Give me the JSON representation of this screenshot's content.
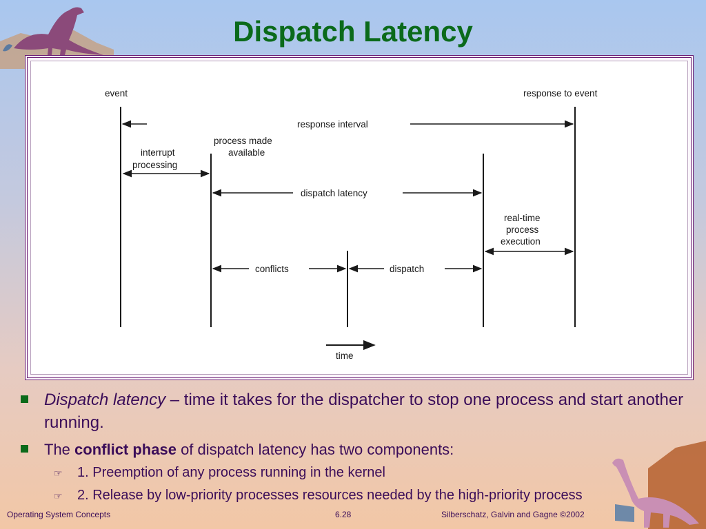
{
  "slide": {
    "title": "Dispatch Latency"
  },
  "diagram": {
    "labels": {
      "event": "event",
      "response_to_event": "response to event",
      "response_interval": "response interval",
      "process_made_available_1": "process made",
      "process_made_available_2": "available",
      "interrupt_processing_1": "interrupt",
      "interrupt_processing_2": "processing",
      "dispatch_latency": "dispatch latency",
      "real_time_1": "real-time",
      "real_time_2": "process",
      "real_time_3": "execution",
      "conflicts": "conflicts",
      "dispatch": "dispatch",
      "time": "time"
    }
  },
  "bullets": {
    "b1_term": "Dispatch latency",
    "b1_rest": " – time it takes for the dispatcher to stop one process and start another running.",
    "b2_pre": "The ",
    "b2_bold": "conflict phase",
    "b2_post": " of dispatch latency has two components:",
    "sub1_marker": "☞",
    "sub1": "1. Preemption of any process running in the kernel",
    "sub2_marker": "☞",
    "sub2": "2. Release by low-priority processes resources needed by the high-priority process"
  },
  "footer": {
    "left": "Operating System Concepts",
    "center": "6.28",
    "right": "Silberschatz, Galvin and  Gagne ©2002"
  },
  "colors": {
    "title": "#0b6a1a",
    "text": "#3b0d59",
    "frame": "#6a1c73",
    "bullet_marker": "#0b6a1a"
  }
}
